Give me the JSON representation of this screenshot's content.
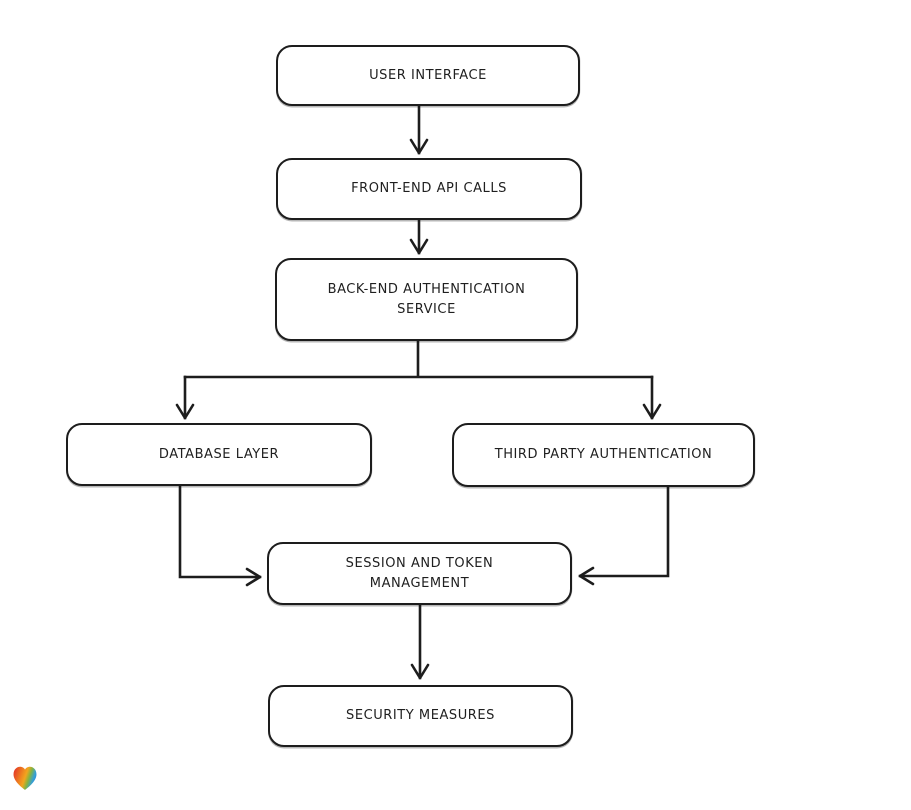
{
  "diagram": {
    "background": "#ffffff",
    "stroke_color": "#1d1d1d",
    "node_fill": "#ffffff",
    "text_color": "#1f1f1f",
    "nodes": [
      {
        "id": "user-interface",
        "label": "USER INTERFACE"
      },
      {
        "id": "front-end-api-calls",
        "label": "FRONT-END API CALLS"
      },
      {
        "id": "back-end-auth-service",
        "label": "BACK-END AUTHENTICATION SERVICE"
      },
      {
        "id": "database-layer",
        "label": "DATABASE LAYER"
      },
      {
        "id": "third-party-authentication",
        "label": "THIRD PARTY AUTHENTICATION"
      },
      {
        "id": "session-token-management",
        "label": "SESSION AND TOKEN MANAGEMENT"
      },
      {
        "id": "security-measures",
        "label": "SECURITY MEASURES"
      }
    ],
    "edges": [
      {
        "from": "user-interface",
        "to": "front-end-api-calls"
      },
      {
        "from": "front-end-api-calls",
        "to": "back-end-auth-service"
      },
      {
        "from": "back-end-auth-service",
        "to": "database-layer"
      },
      {
        "from": "back-end-auth-service",
        "to": "third-party-authentication"
      },
      {
        "from": "database-layer",
        "to": "session-token-management"
      },
      {
        "from": "third-party-authentication",
        "to": "session-token-management"
      },
      {
        "from": "session-token-management",
        "to": "security-measures"
      }
    ]
  },
  "branding": {
    "logo_icon": "heart-gradient-icon",
    "logo_colors": [
      "#e33127",
      "#ef8b1f",
      "#f2a51e",
      "#86b33e",
      "#35a0d5"
    ]
  }
}
